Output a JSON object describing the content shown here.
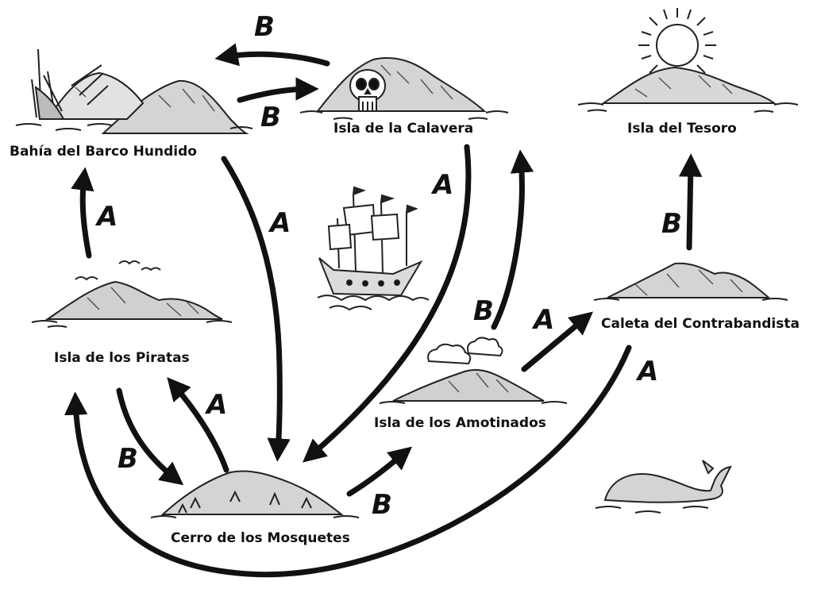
{
  "locations": {
    "shipwreck_bay": "Bahía del Barco Hundido",
    "skull_island": "Isla de la Calavera",
    "treasure_island": "Isla del Tesoro",
    "pirate_island": "Isla de los Piratas",
    "smugglers_cove": "Caleta del Contrabandista",
    "mutineers_island": "Isla de los Amotinados",
    "musket_hill": "Cerro de los Mosquetes"
  },
  "routes": {
    "a": "A",
    "b": "B"
  },
  "edges": [
    {
      "from": "Isla de la Calavera",
      "to": "Bahía del Barco Hundido",
      "route": "B"
    },
    {
      "from": "Bahía del Barco Hundido",
      "to": "Isla de la Calavera",
      "route": "B"
    },
    {
      "from": "Isla de los Piratas",
      "to": "Bahía del Barco Hundido",
      "route": "A"
    },
    {
      "from": "Bahía del Barco Hundido",
      "to": "Cerro de los Mosquetes",
      "route": "A"
    },
    {
      "from": "Isla de la Calavera",
      "to": "Cerro de los Mosquetes",
      "route": "A"
    },
    {
      "from": "Isla de los Amotinados",
      "to": "Isla de la Calavera",
      "route": "B"
    },
    {
      "from": "Isla de los Amotinados",
      "to": "Caleta del Contrabandista",
      "route": "A"
    },
    {
      "from": "Caleta del Contrabandista",
      "to": "Isla del Tesoro",
      "route": "B"
    },
    {
      "from": "Isla de los Piratas",
      "to": "Cerro de los Mosquetes",
      "route": "B"
    },
    {
      "from": "Cerro de los Mosquetes",
      "to": "Isla de los Piratas",
      "route": "A"
    },
    {
      "from": "Cerro de los Mosquetes",
      "to": "Isla de los Amotinados",
      "route": "B"
    },
    {
      "from": "Caleta del Contrabandista",
      "to": "Isla de los Piratas",
      "route": "A"
    }
  ],
  "icons": [
    "skull-icon",
    "sun-icon",
    "galleon-icon",
    "whale-icon",
    "shipwreck-icon",
    "island-icon",
    "cloud-icon",
    "bird-icon"
  ]
}
